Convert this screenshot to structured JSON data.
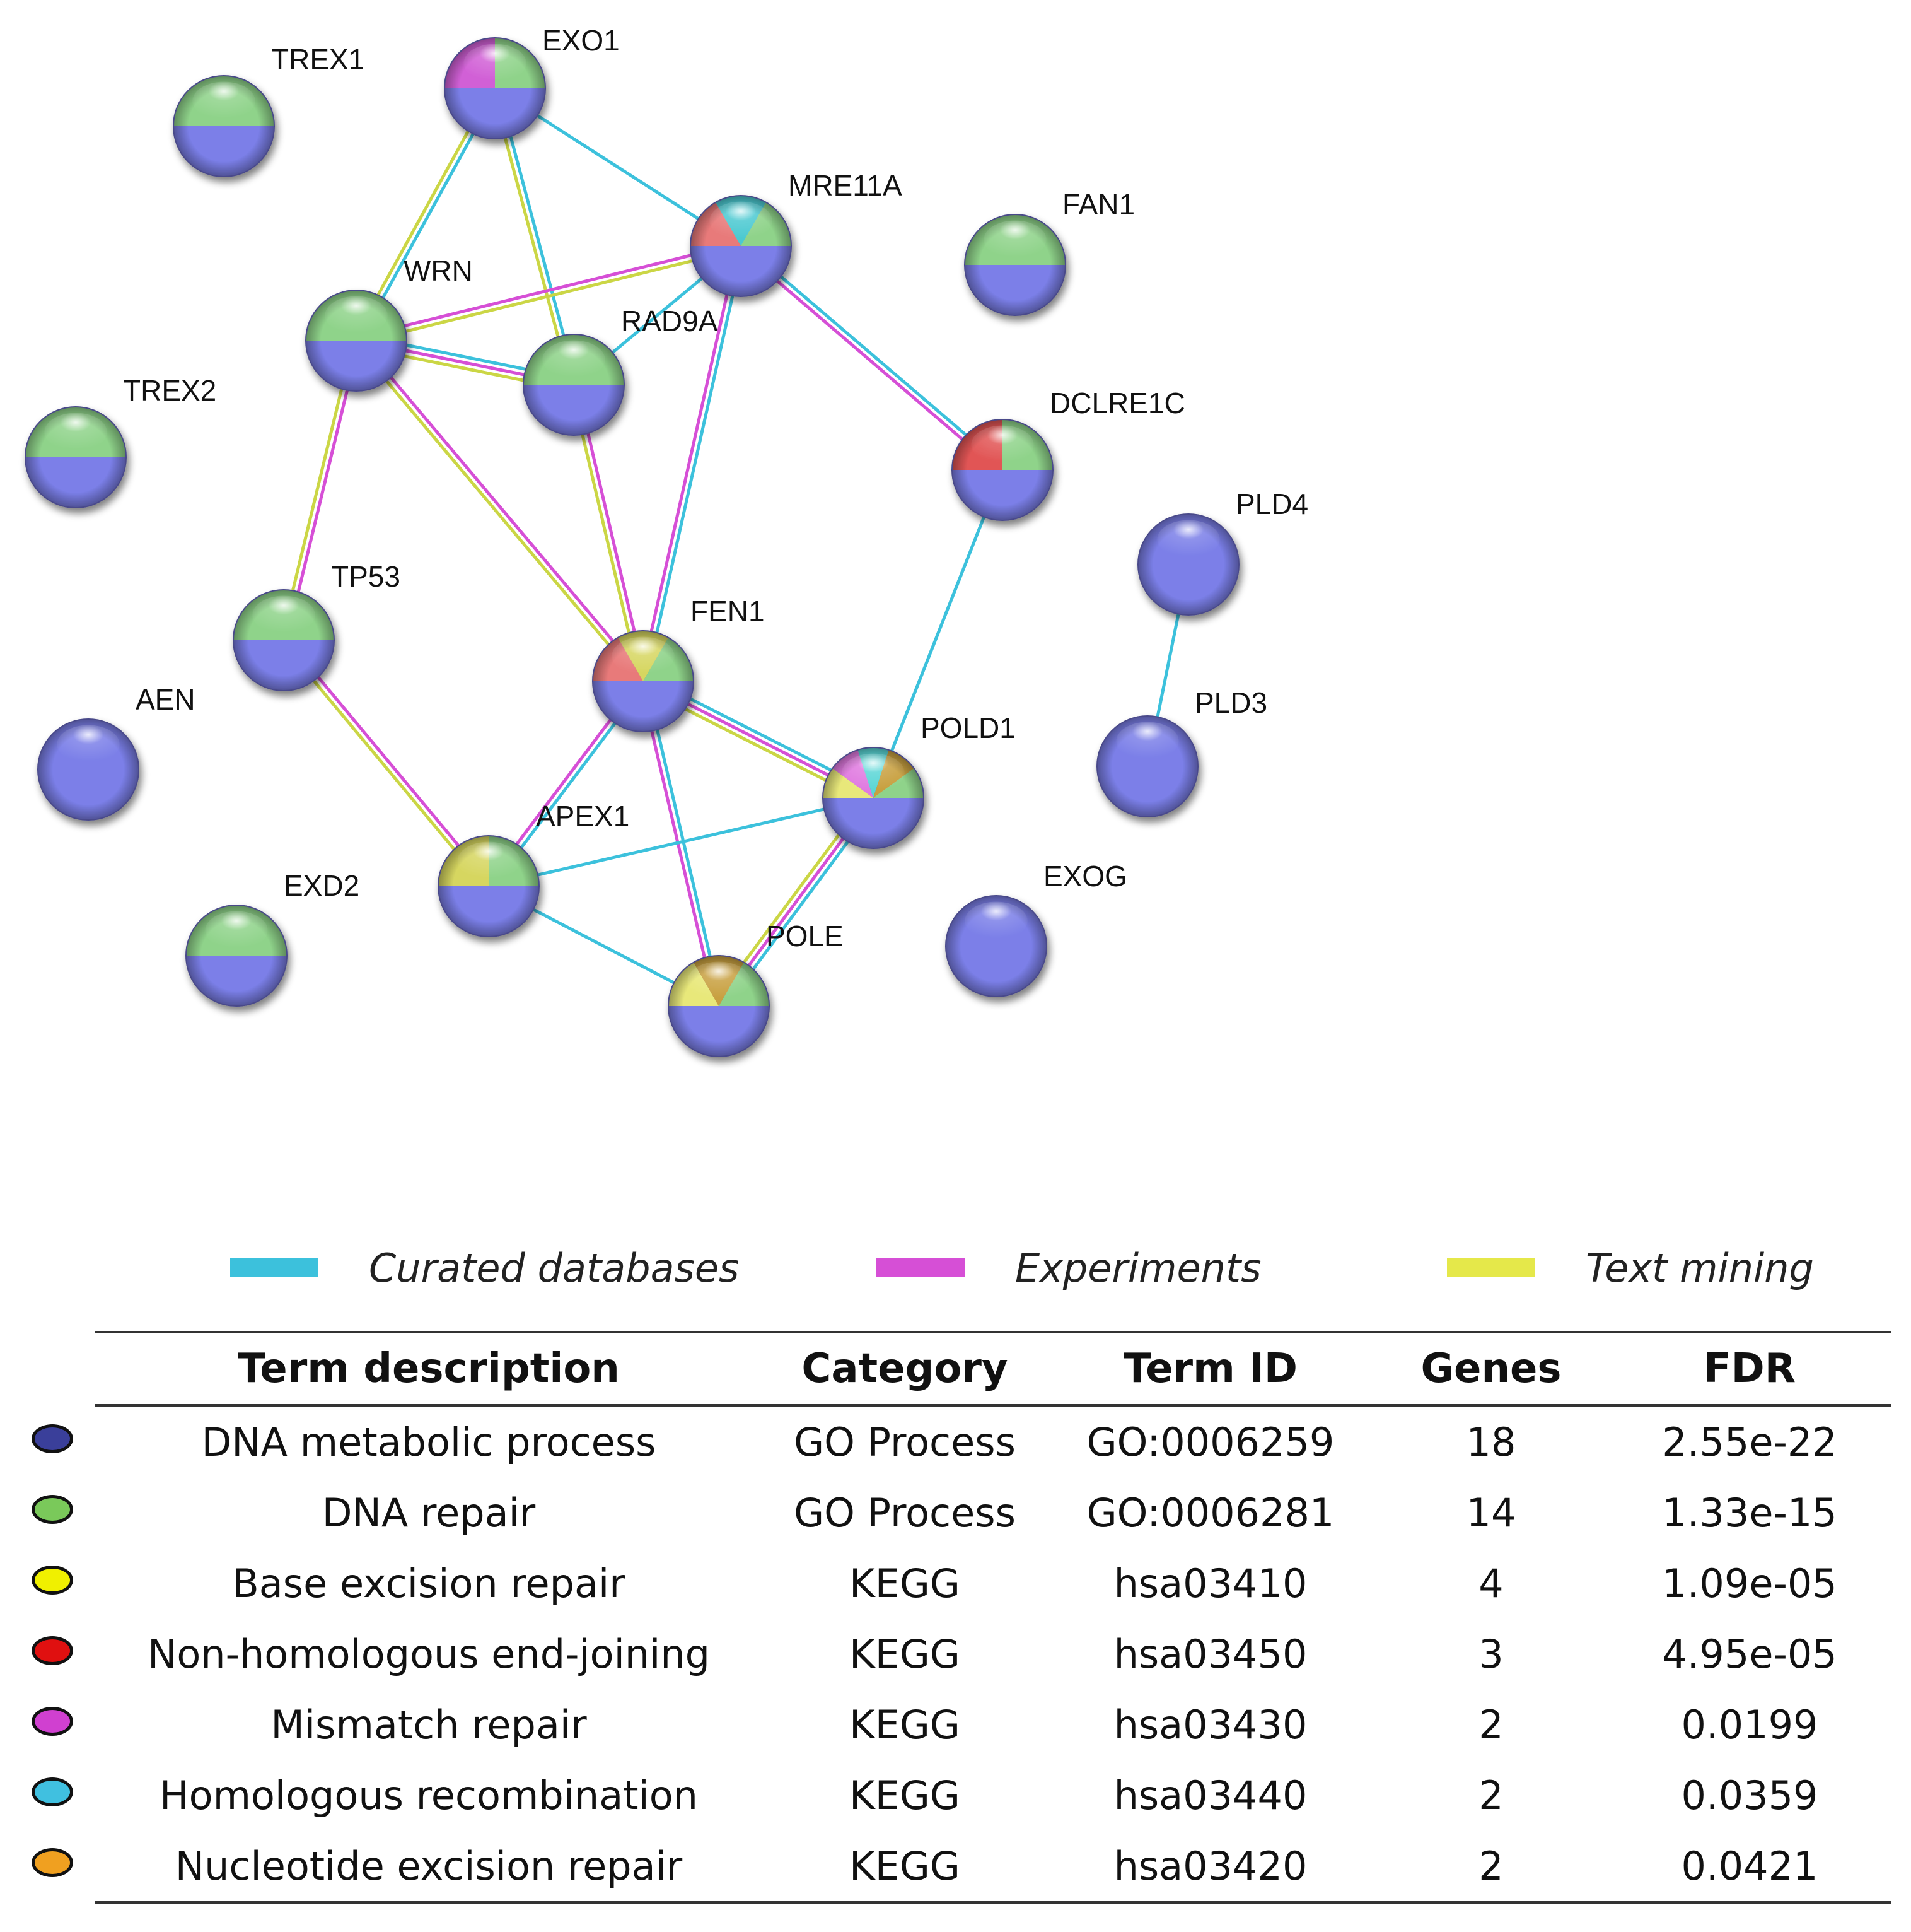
{
  "nodes": [
    {
      "id": "TREX1",
      "colors": [
        "#7b7fe8",
        "#8fd38a"
      ]
    },
    {
      "id": "EXO1",
      "colors": [
        "#7b7fe8",
        "#d160d6",
        "#8fd38a"
      ]
    },
    {
      "id": "MRE11A",
      "colors": [
        "#7b7fe8",
        "#e87a7a",
        "#4cc9d1",
        "#8fd38a"
      ]
    },
    {
      "id": "FAN1",
      "colors": [
        "#7b7fe8",
        "#8fd38a"
      ]
    },
    {
      "id": "WRN",
      "colors": [
        "#7b7fe8",
        "#8fd38a"
      ]
    },
    {
      "id": "RAD9A",
      "colors": [
        "#7b7fe8",
        "#8fd38a"
      ]
    },
    {
      "id": "TREX2",
      "colors": [
        "#7b7fe8",
        "#8fd38a"
      ]
    },
    {
      "id": "DCLRE1C",
      "colors": [
        "#7b7fe8",
        "#e15555",
        "#8fd38a"
      ]
    },
    {
      "id": "PLD4",
      "colors": [
        "#7b7fe8"
      ]
    },
    {
      "id": "TP53",
      "colors": [
        "#7b7fe8",
        "#8fd38a"
      ]
    },
    {
      "id": "FEN1",
      "colors": [
        "#7b7fe8",
        "#e87a7a",
        "#d6d660",
        "#8fd38a"
      ]
    },
    {
      "id": "AEN",
      "colors": [
        "#7b7fe8"
      ]
    },
    {
      "id": "PLD3",
      "colors": [
        "#7b7fe8"
      ]
    },
    {
      "id": "POLD1",
      "colors": [
        "#7b7fe8",
        "#e8e87a",
        "#e07ae0",
        "#5ad6d6",
        "#c8a040",
        "#8fd38a"
      ]
    },
    {
      "id": "APEX1",
      "colors": [
        "#7b7fe8",
        "#d6d660",
        "#8fd38a"
      ]
    },
    {
      "id": "EXD2",
      "colors": [
        "#7b7fe8",
        "#8fd38a"
      ]
    },
    {
      "id": "EXOG",
      "colors": [
        "#7b7fe8"
      ]
    },
    {
      "id": "POLE",
      "colors": [
        "#7b7fe8",
        "#e8e87a",
        "#c8a040",
        "#8fd38a"
      ]
    }
  ],
  "edges": [
    {
      "source": "EXO1",
      "target": "WRN",
      "types": [
        "curated",
        "text"
      ]
    },
    {
      "source": "EXO1",
      "target": "RAD9A",
      "types": [
        "curated",
        "text"
      ]
    },
    {
      "source": "EXO1",
      "target": "MRE11A",
      "types": [
        "curated"
      ]
    },
    {
      "source": "WRN",
      "target": "MRE11A",
      "types": [
        "experiments",
        "text"
      ]
    },
    {
      "source": "WRN",
      "target": "RAD9A",
      "types": [
        "curated",
        "experiments",
        "text"
      ]
    },
    {
      "source": "RAD9A",
      "target": "MRE11A",
      "types": [
        "curated"
      ]
    },
    {
      "source": "MRE11A",
      "target": "DCLRE1C",
      "types": [
        "curated",
        "experiments"
      ]
    },
    {
      "source": "MRE11A",
      "target": "FEN1",
      "types": [
        "curated",
        "experiments"
      ]
    },
    {
      "source": "WRN",
      "target": "TP53",
      "types": [
        "experiments",
        "text"
      ]
    },
    {
      "source": "WRN",
      "target": "FEN1",
      "types": [
        "experiments",
        "text"
      ]
    },
    {
      "source": "RAD9A",
      "target": "FEN1",
      "types": [
        "experiments",
        "text"
      ]
    },
    {
      "source": "DCLRE1C",
      "target": "POLD1",
      "types": [
        "curated"
      ]
    },
    {
      "source": "PLD4",
      "target": "PLD3",
      "types": [
        "curated"
      ]
    },
    {
      "source": "TP53",
      "target": "APEX1",
      "types": [
        "experiments",
        "text"
      ]
    },
    {
      "source": "FEN1",
      "target": "APEX1",
      "types": [
        "curated",
        "experiments"
      ]
    },
    {
      "source": "FEN1",
      "target": "POLD1",
      "types": [
        "curated",
        "experiments",
        "text"
      ]
    },
    {
      "source": "FEN1",
      "target": "POLE",
      "types": [
        "curated",
        "experiments"
      ]
    },
    {
      "source": "APEX1",
      "target": "POLD1",
      "types": [
        "curated"
      ]
    },
    {
      "source": "APEX1",
      "target": "POLE",
      "types": [
        "curated"
      ]
    },
    {
      "source": "POLD1",
      "target": "POLE",
      "types": [
        "curated",
        "experiments",
        "text"
      ]
    }
  ],
  "edge_colors": {
    "curated": "#3cc1dc",
    "experiments": "#d64fd6",
    "text": "#cbd645"
  },
  "legend": [
    {
      "type": "curated",
      "label": "Curated databases",
      "color": "#3cc1dc"
    },
    {
      "type": "experiments",
      "label": "Experiments",
      "color": "#d64fd6"
    },
    {
      "type": "text",
      "label": "Text mining",
      "color": "#e5e84a"
    }
  ],
  "table": {
    "headers": {
      "term_description": "Term description",
      "category": "Category",
      "term_id": "Term ID",
      "genes": "Genes",
      "fdr": "FDR"
    },
    "rows": [
      {
        "color": "#3a3f9a",
        "description": "DNA metabolic process",
        "category": "GO Process",
        "term_id": "GO:0006259",
        "genes": "18",
        "fdr": "2.55e-22"
      },
      {
        "color": "#7ac95a",
        "description": "DNA repair",
        "category": "GO Process",
        "term_id": "GO:0006281",
        "genes": "14",
        "fdr": "1.33e-15"
      },
      {
        "color": "#f0f000",
        "description": "Base excision repair",
        "category": "KEGG",
        "term_id": "hsa03410",
        "genes": "4",
        "fdr": "1.09e-05"
      },
      {
        "color": "#e01010",
        "description": "Non-homologous end-joining",
        "category": "KEGG",
        "term_id": "hsa03450",
        "genes": "3",
        "fdr": "4.95e-05"
      },
      {
        "color": "#d040d0",
        "description": "Mismatch repair",
        "category": "KEGG",
        "term_id": "hsa03430",
        "genes": "2",
        "fdr": "0.0199"
      },
      {
        "color": "#40c0e0",
        "description": "Homologous recombination",
        "category": "KEGG",
        "term_id": "hsa03440",
        "genes": "2",
        "fdr": "0.0359"
      },
      {
        "color": "#f0a020",
        "description": "Nucleotide excision repair",
        "category": "KEGG",
        "term_id": "hsa03420",
        "genes": "2",
        "fdr": "0.0421"
      }
    ]
  }
}
